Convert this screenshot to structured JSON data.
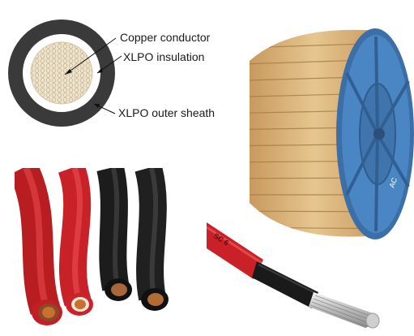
{
  "diagram": {
    "labels": {
      "conductor": "Copper conductor",
      "insulation": "XLPO insulation",
      "sheath": "XLPO outer sheath"
    },
    "colors": {
      "sheath": "#3a3a3a",
      "insulation": "#ffffff",
      "conductor": "#efe3cc"
    }
  },
  "reel": {
    "stencil": "AC"
  },
  "stripped_cable": {
    "print": "SC 6"
  },
  "colors": {
    "red_cable": "#d8252a",
    "black_cable": "#1c1c1c",
    "copper": "#c8702f",
    "wood": "#d9b27a",
    "reel_blue": "#4b86c4"
  }
}
